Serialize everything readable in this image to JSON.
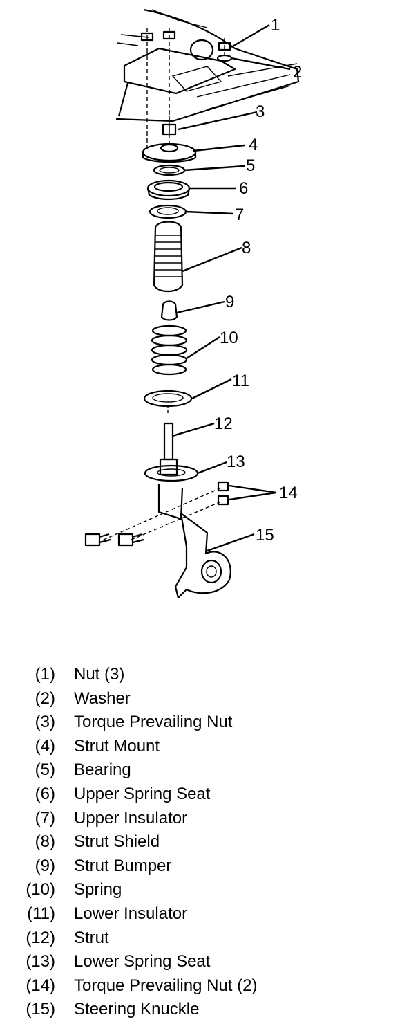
{
  "callouts": [
    "1",
    "2",
    "3",
    "4",
    "5",
    "6",
    "7",
    "8",
    "9",
    "10",
    "11",
    "12",
    "13",
    "14",
    "15"
  ],
  "legend": [
    {
      "num": "(1)",
      "label": "Nut (3)"
    },
    {
      "num": "(2)",
      "label": "Washer"
    },
    {
      "num": "(3)",
      "label": "Torque Prevailing Nut"
    },
    {
      "num": "(4)",
      "label": "Strut Mount"
    },
    {
      "num": "(5)",
      "label": "Bearing"
    },
    {
      "num": "(6)",
      "label": "Upper Spring Seat"
    },
    {
      "num": "(7)",
      "label": "Upper Insulator"
    },
    {
      "num": "(8)",
      "label": "Strut Shield"
    },
    {
      "num": "(9)",
      "label": "Strut Bumper"
    },
    {
      "num": "(10)",
      "label": "Spring"
    },
    {
      "num": "(11)",
      "label": "Lower Insulator"
    },
    {
      "num": "(12)",
      "label": "Strut"
    },
    {
      "num": "(13)",
      "label": "Lower Spring Seat"
    },
    {
      "num": "(14)",
      "label": "Torque Prevailing Nut (2)"
    },
    {
      "num": "(15)",
      "label": "Steering Knuckle"
    }
  ]
}
